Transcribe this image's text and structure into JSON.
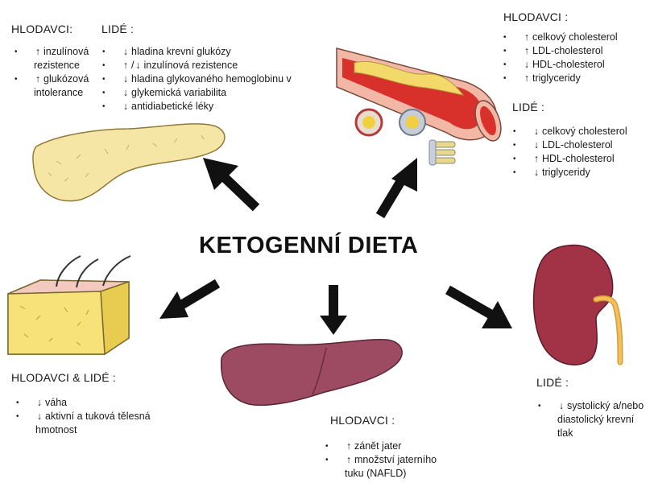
{
  "title": "KETOGENNÍ DIETA",
  "arrow_up": "↑",
  "arrow_down": "↓",
  "pancreas": {
    "rodents_header": "HLODAVCI:",
    "rodents_items": [
      "inzulínová rezistence",
      "glukózová intolerance"
    ],
    "humans_header": "LIDÉ :",
    "humans_items": [
      "hladina krevní glukózy",
      "inzulínová rezistence",
      "hladina glykovaného hemoglobinu v",
      "glykemická variabilita",
      "antidiabetické léky"
    ]
  },
  "blood_vessel": {
    "rodents_header": "HLODAVCI :",
    "rodents_items": [
      "celkový cholesterol",
      "LDL-cholesterol",
      "HDL-cholesterol",
      "triglyceridy"
    ],
    "humans_header": "LIDÉ :",
    "humans_items": [
      "celkový cholesterol",
      "LDL-cholesterol",
      "HDL-cholesterol",
      "triglyceridy"
    ]
  },
  "adipose": {
    "header": "HLODAVCI & LIDÉ :",
    "items": [
      "váha",
      "aktivní a tuková tělesná hmotnost"
    ]
  },
  "liver": {
    "header": "HLODAVCI :",
    "items": [
      "zánět jater",
      "množství jaterního tuku (NAFLD)"
    ]
  },
  "kidney": {
    "header": "LIDÉ :",
    "items": [
      "systolický a/nebo diastolický krevní tlak"
    ]
  }
}
